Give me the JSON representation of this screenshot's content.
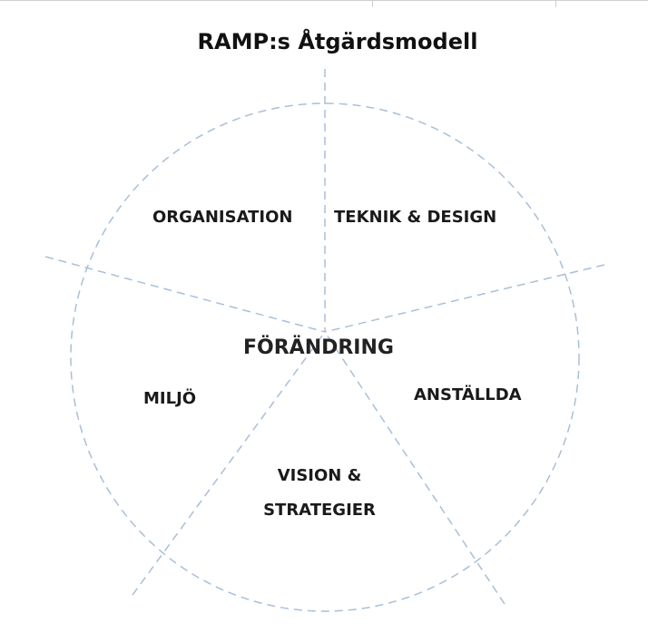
{
  "title": "RAMP:s Åtgärdsmodell",
  "center_label": "FÖRÄNDRING",
  "segments": {
    "organisation": "ORGANISATION",
    "teknik_design": "TEKNIK & DESIGN",
    "anstallda": "ANSTÄLLDA",
    "vision_line1": "VISION &",
    "vision_line2": "STRATEGIER",
    "miljo": "MILJÖ"
  },
  "colors": {
    "dashed_lines": "#a9bfd9",
    "text": "#1a1a1a"
  }
}
